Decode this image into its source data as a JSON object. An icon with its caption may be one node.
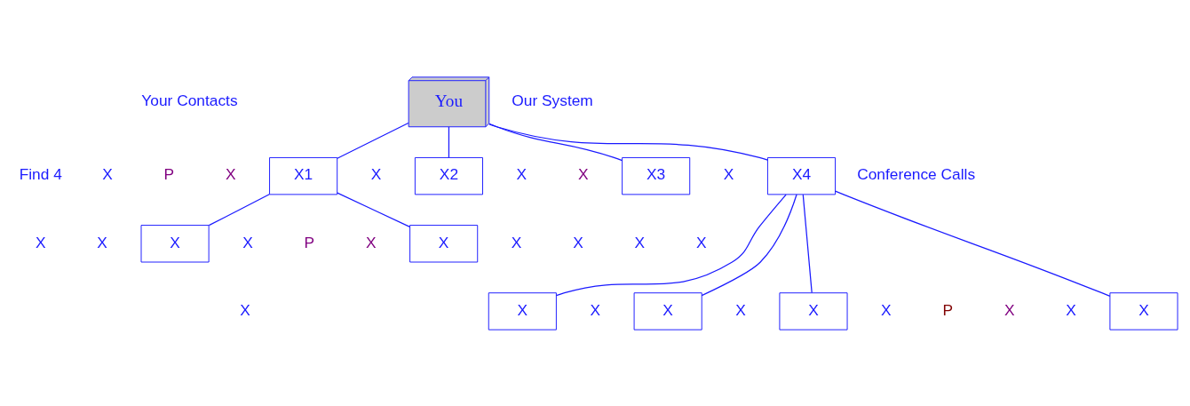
{
  "diagram": {
    "nodes": [
      {
        "text": [
          "You"
        ]
      },
      {
        "text": [
          "X1"
        ]
      },
      {
        "text": [
          "X2"
        ]
      },
      {
        "text": [
          "X3"
        ]
      },
      {
        "text": [
          "X4"
        ]
      },
      {
        "text": [
          "X"
        ]
      },
      {
        "text": [
          "X"
        ]
      },
      {
        "text": [
          "X"
        ]
      },
      {
        "text": [
          "X"
        ]
      },
      {
        "text": [
          "X"
        ]
      },
      {
        "text": [
          "X"
        ]
      }
    ],
    "edges": [
      {
        "from": 0,
        "to": 1,
        "arrow": "none"
      },
      {
        "from": 0,
        "to": 2,
        "arrow": "none"
      },
      {
        "from": 0,
        "to": 3,
        "arrow": "none"
      },
      {
        "from": 0,
        "to": 4,
        "arrow": "none"
      },
      {
        "from": 1,
        "to": 5,
        "arrow": "none"
      },
      {
        "from": 1,
        "to": 6,
        "arrow": "none"
      },
      {
        "from": 4,
        "to": 7,
        "arrow": "none"
      },
      {
        "from": 4,
        "to": 8,
        "arrow": "none"
      },
      {
        "from": 4,
        "to": 9,
        "arrow": "none"
      },
      {
        "from": 4,
        "to": 10,
        "arrow": "none"
      }
    ],
    "labels": [
      "Your Contacts",
      "Our System",
      "Find 4",
      "X",
      "P",
      "X",
      "X",
      "X",
      "X",
      "X",
      "Conference Calls",
      "X",
      "X",
      "X",
      "P",
      "X",
      "X",
      "X",
      "X",
      "X",
      "X",
      "X",
      "X",
      "X",
      "P",
      "X",
      "X"
    ]
  }
}
